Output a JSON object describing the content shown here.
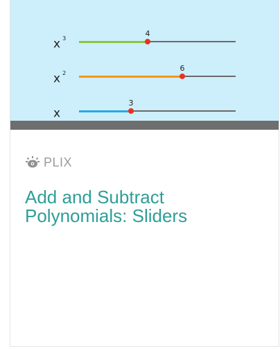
{
  "card": {
    "type_label": "PLIX",
    "type_icon": "brain-gear-icon",
    "title_line1": "Add and Subtract",
    "title_line2": "Polynomials: Sliders"
  },
  "thumbnail": {
    "sliders": [
      {
        "label": "x",
        "exponent": "3",
        "value": "4",
        "fill_fraction": 0.44,
        "color": "#8cc63f"
      },
      {
        "label": "x",
        "exponent": "2",
        "value": "6",
        "fill_fraction": 0.66,
        "color": "#f7941d"
      },
      {
        "label": "x",
        "exponent": "",
        "value": "3",
        "fill_fraction": 0.33,
        "color": "#29a8e0"
      }
    ]
  },
  "colors": {
    "thumbnail_bg": "#cdeefb",
    "divider_bar": "#6e6e6e",
    "knob": "#e8321e",
    "title": "#2e9e97",
    "type_label": "#9b9b9b"
  }
}
